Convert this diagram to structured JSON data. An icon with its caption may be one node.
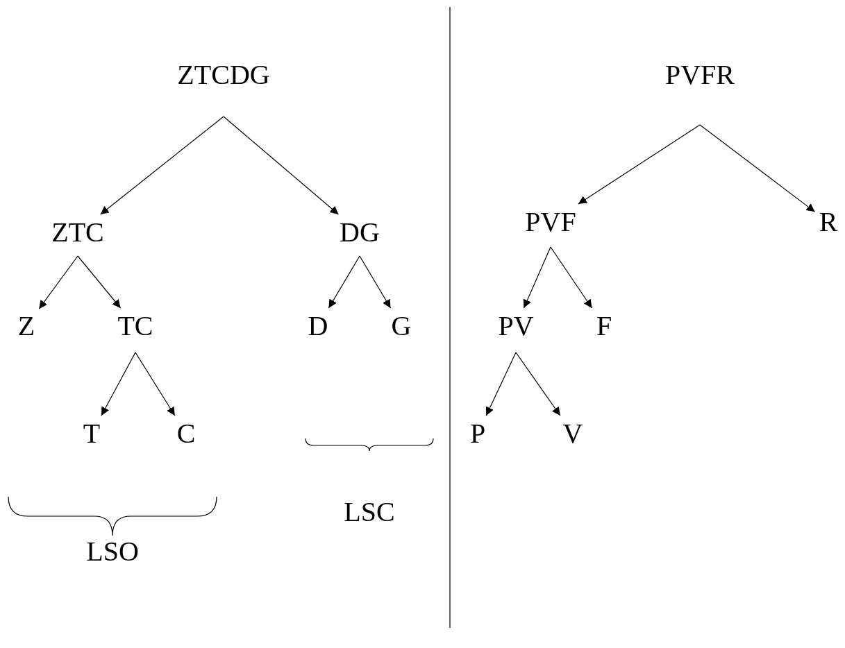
{
  "diagram": {
    "nodes": [
      {
        "text": [
          "ZTCDG"
        ]
      },
      {
        "text": [
          "ZTC"
        ]
      },
      {
        "text": [
          "DG"
        ]
      },
      {
        "text": [
          "Z"
        ]
      },
      {
        "text": [
          "TC"
        ]
      },
      {
        "text": [
          "D"
        ]
      },
      {
        "text": [
          "G"
        ]
      },
      {
        "text": [
          "T"
        ]
      },
      {
        "text": [
          "C"
        ]
      },
      {
        "text": [
          "PVFR"
        ]
      },
      {
        "text": [
          "PVF"
        ]
      },
      {
        "text": [
          "R"
        ]
      },
      {
        "text": [
          "PV"
        ]
      },
      {
        "text": [
          "F"
        ]
      },
      {
        "text": [
          "P"
        ]
      },
      {
        "text": [
          "V"
        ]
      }
    ],
    "edges": [
      {
        "from": 0,
        "to": 1,
        "arrow": "to"
      },
      {
        "from": 0,
        "to": 2,
        "arrow": "to"
      },
      {
        "from": 1,
        "to": 3,
        "arrow": "to"
      },
      {
        "from": 1,
        "to": 4,
        "arrow": "to"
      },
      {
        "from": 2,
        "to": 5,
        "arrow": "to"
      },
      {
        "from": 2,
        "to": 6,
        "arrow": "to"
      },
      {
        "from": 4,
        "to": 7,
        "arrow": "to"
      },
      {
        "from": 4,
        "to": 8,
        "arrow": "to"
      },
      {
        "from": 9,
        "to": 10,
        "arrow": "to"
      },
      {
        "from": 9,
        "to": 11,
        "arrow": "to"
      },
      {
        "from": 10,
        "to": 12,
        "arrow": "to"
      },
      {
        "from": 10,
        "to": 13,
        "arrow": "to"
      },
      {
        "from": 12,
        "to": 14,
        "arrow": "to"
      },
      {
        "from": 12,
        "to": 15,
        "arrow": "to"
      }
    ],
    "labels": [
      "LSC",
      "LSO"
    ]
  }
}
